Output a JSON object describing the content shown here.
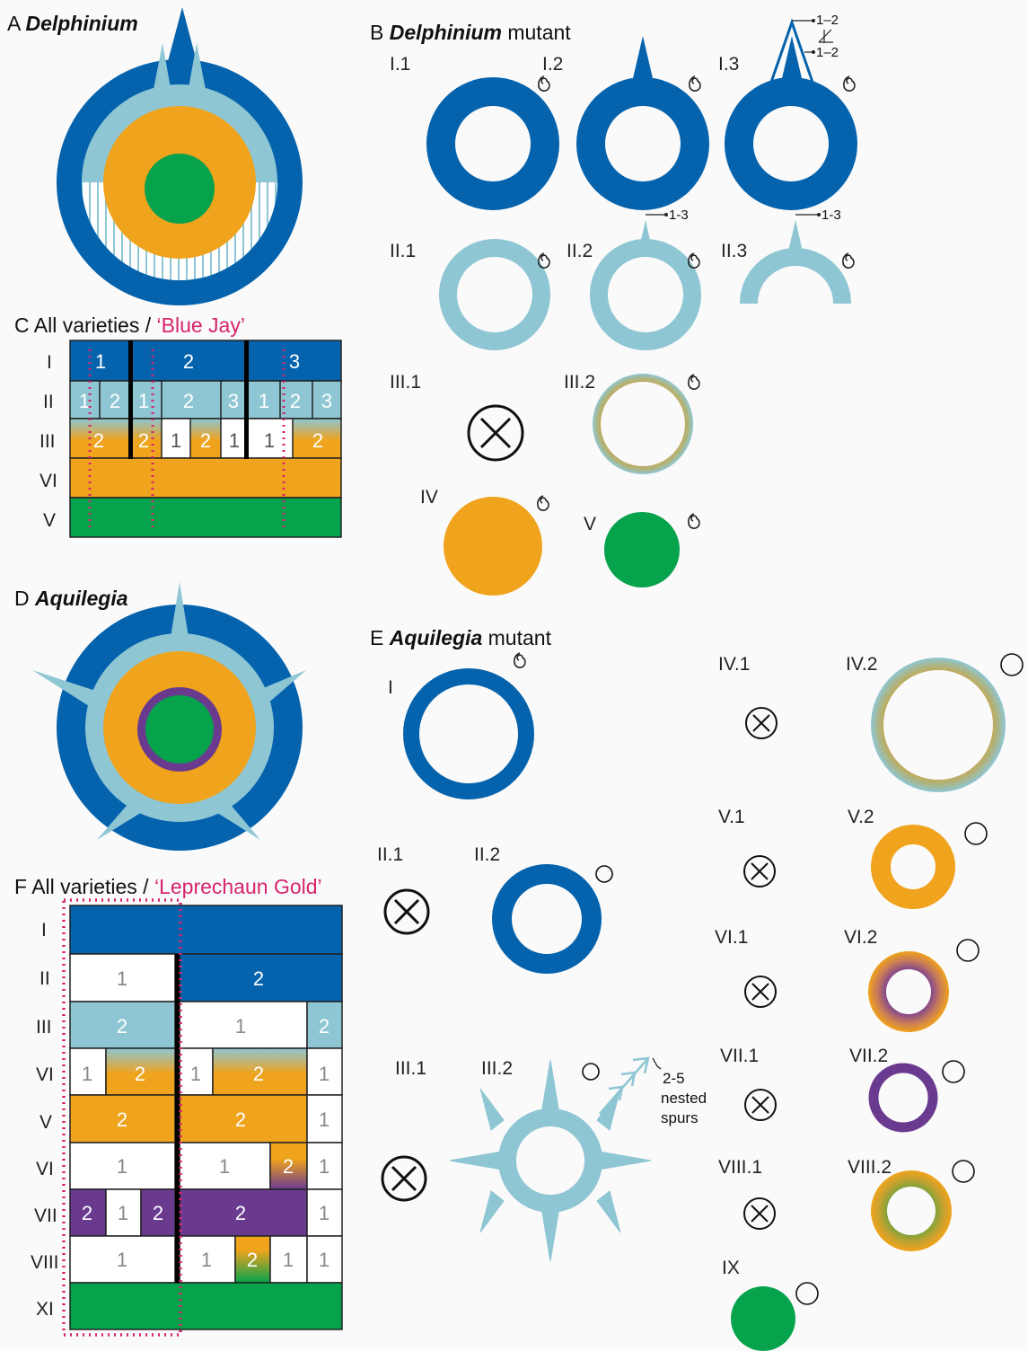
{
  "colors": {
    "dark_blue": "#0563ad",
    "light_blue": "#8ec6d4",
    "orange": "#f0a31c",
    "green": "#06a24c",
    "purple": "#6a3a8f",
    "pink": "#d6246e",
    "white": "#ffffff"
  },
  "panels": {
    "A": {
      "letter": "A",
      "genus": "Delphinium"
    },
    "B": {
      "letter": "B",
      "genus": "Delphinium",
      "suffix": " mutant"
    },
    "C": {
      "letter": "C",
      "text": "All varieties / ",
      "variety": "‘Blue Jay’"
    },
    "D": {
      "letter": "D",
      "genus": "Aquilegia"
    },
    "E": {
      "letter": "E",
      "genus": "Aquilegia",
      "suffix": " mutant"
    },
    "F": {
      "letter": "F",
      "text": "All varieties / ",
      "variety": "‘Leprechaun Gold’"
    }
  },
  "B_labels": {
    "I1": "I.1",
    "I2": "I.2",
    "I3": "I.3",
    "II1": "II.1",
    "II2": "II.2",
    "II3": "II.3",
    "III1": "III.1",
    "III2": "III.2",
    "IV": "IV",
    "V": "V",
    "ann_1_2_top": "1–2",
    "ann_1_2_bottom": "1–2",
    "ann_II2": "1-3",
    "ann_II3": "1-3"
  },
  "E_labels": {
    "I": "I",
    "II1": "II.1",
    "II2": "II.2",
    "III1": "III.1",
    "III2": "III.2",
    "nested_spurs": [
      "2-5",
      "nested",
      "spurs"
    ],
    "IV1": "IV.1",
    "IV2": "IV.2",
    "V1": "V.1",
    "V2": "V.2",
    "VI1": "VI.1",
    "VI2": "VI.2",
    "VII1": "VII.1",
    "VII2": "VII.2",
    "VIII1": "VIII.1",
    "VIII2": "VIII.2",
    "IX": "IX"
  },
  "table_C": {
    "row_labels": [
      "I",
      "II",
      "III",
      "VI",
      "V"
    ],
    "row1": [
      "1",
      "2",
      "3"
    ],
    "row2": [
      "1",
      "2",
      "1",
      "2",
      "3",
      "1",
      "2",
      "3"
    ],
    "row3": [
      "2",
      "2",
      "1",
      "2",
      "1",
      "1",
      "2"
    ]
  },
  "table_F": {
    "row_labels": [
      "I",
      "II",
      "III",
      "VI",
      "V",
      "VI",
      "VII",
      "VIII",
      "XI"
    ],
    "cells": {
      "II": [
        "1",
        "2"
      ],
      "III": [
        "2",
        "1",
        "2"
      ],
      "VI_a": [
        "1",
        "2",
        "1",
        "2",
        "1"
      ],
      "V": [
        "2",
        "2",
        "1"
      ],
      "VI_b": [
        "1",
        "1",
        "2",
        "1"
      ],
      "VII": [
        "2",
        "1",
        "2",
        "2",
        "1"
      ],
      "VIII": [
        "1",
        "1",
        "2",
        "1",
        "1"
      ]
    }
  }
}
